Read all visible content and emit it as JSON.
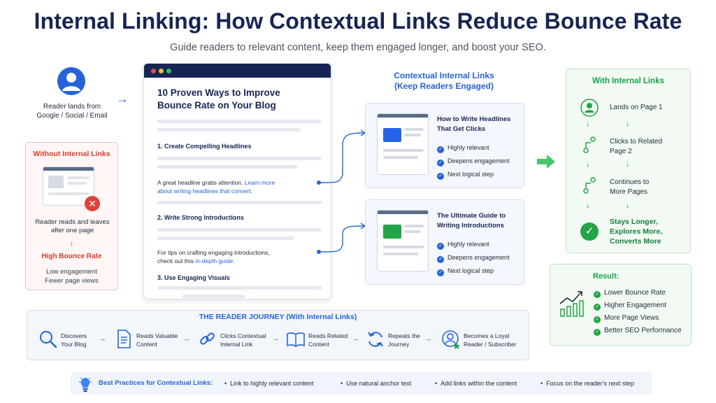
{
  "title": "Internal Linking: How Contextual Links Reduce Bounce Rate",
  "subtitle": "Guide readers to relevant content, keep them engaged longer, and boost your SEO.",
  "reader": {
    "line1": "Reader lands from",
    "line2": "Google / Social / Email"
  },
  "without": {
    "title": "Without Internal Links",
    "line1": "Reader reads and leaves",
    "line2": "after one page",
    "outcome": "High Bounce Rate",
    "detail1": "Low engagement",
    "detail2": "Fewer page views"
  },
  "blog": {
    "title_line1": "10 Proven Ways to Improve",
    "title_line2": "Bounce Rate on Your Blog",
    "sec1": "1. Create Compelling Headlines",
    "p1_text": "A great headline grabs attention.",
    "p1_link1": "Learn more",
    "p1_link2": "about writing headlines that convert.",
    "sec2": "2. Write Strong Introductions",
    "p2_line1": "For tips on crafting engaging introductions,",
    "p2_text2": "check out this",
    "p2_link": "in-depth guide.",
    "sec3": "3. Use Engaging Visuals"
  },
  "contextual": {
    "heading_line1": "Contextual Internal Links",
    "heading_line2": "(Keep Readers Engaged)",
    "cards": [
      {
        "title_line1": "How to Write Headlines",
        "title_line2": "That Get Clicks",
        "accent": "#2563eb",
        "checks": [
          "Highly relevant",
          "Deepens engagement",
          "Next logical step"
        ]
      },
      {
        "title_line1": "The Ultimate Guide to",
        "title_line2": "Writing Introductions",
        "accent": "#22a447",
        "checks": [
          "Highly relevant",
          "Deepens engagement",
          "Next logical step"
        ]
      }
    ]
  },
  "with": {
    "title": "With Internal Links",
    "steps": [
      {
        "line1": "Lands on Page 1",
        "line2": ""
      },
      {
        "line1": "Clicks to Related",
        "line2": "Page 2"
      },
      {
        "line1": "Continues to",
        "line2": "More Pages"
      }
    ],
    "final_line1": "Stays Longer,",
    "final_line2": "Explores More,",
    "final_line3": "Converts More"
  },
  "result": {
    "title": "Result:",
    "items": [
      "Lower Bounce Rate",
      "Higher Engagement",
      "More Page Views",
      "Better SEO Performance"
    ]
  },
  "journey": {
    "title": "THE READER JOURNEY (With Internal Links)",
    "steps": [
      {
        "line1": "Discovers",
        "line2": "Your Blog",
        "icon": "search-icon"
      },
      {
        "line1": "Reads Valuable",
        "line2": "Content",
        "icon": "document-icon"
      },
      {
        "line1": "Clicks Contextual",
        "line2": "Internal Link",
        "icon": "link-icon"
      },
      {
        "line1": "Reads Related",
        "line2": "Content",
        "icon": "book-icon"
      },
      {
        "line1": "Repeats the",
        "line2": "Journey",
        "icon": "refresh-icon"
      },
      {
        "line1": "Becomes a Loyal",
        "line2": "Reader / Subscriber",
        "icon": "loyal-reader-icon"
      }
    ]
  },
  "best": {
    "label": "Best Practices for Contextual Links:",
    "tips": [
      "Link to highly relevant content",
      "Use natural anchor text",
      "Add links within the content",
      "Focus on the reader's next step"
    ]
  },
  "colors": {
    "navy": "#172553",
    "blue": "#2563d9",
    "green": "#22a447",
    "red": "#e0413a"
  }
}
